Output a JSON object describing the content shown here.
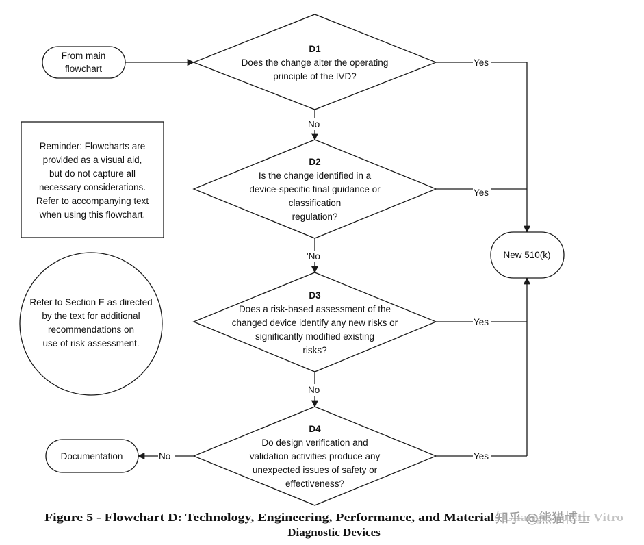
{
  "start": {
    "lines": [
      "From main",
      "flowchart"
    ]
  },
  "reminder": {
    "lines": [
      "Reminder: Flowcharts are",
      "provided as a visual aid,",
      "but do not capture all",
      "necessary considerations.",
      "Refer to accompanying text",
      "when using this flowchart."
    ]
  },
  "note_circle": {
    "lines": [
      "Refer to Section E as directed",
      "by the text for additional",
      "recommendations on",
      "use of risk assessment."
    ]
  },
  "decisions": [
    {
      "id": "D1",
      "lines": [
        "Does the change alter the operating",
        "principle of the IVD?"
      ]
    },
    {
      "id": "D2",
      "lines": [
        "Is the change identified in a",
        "device-specific final guidance or",
        "classification",
        "regulation?"
      ]
    },
    {
      "id": "D3",
      "lines": [
        "Does a risk-based assessment of the",
        "changed device identify any new risks or",
        "significantly modified existing",
        "risks?"
      ]
    },
    {
      "id": "D4",
      "lines": [
        "Do design verification and",
        "validation activities produce any",
        "unexpected issues of safety or",
        "effectiveness?"
      ]
    }
  ],
  "edge_labels": {
    "yes": "Yes",
    "no": "No",
    "no_d2": "'No"
  },
  "new510k": {
    "label": "New 510(k)"
  },
  "documentation": {
    "label": "Documentation"
  },
  "caption": {
    "line1": "Figure 5 - Flowchart D: Technology, Engineering, Performance, and Materials Changes for In Vitro",
    "line2": "Diagnostic Devices"
  },
  "watermark": {
    "text": "知乎 @熊猫博士"
  }
}
